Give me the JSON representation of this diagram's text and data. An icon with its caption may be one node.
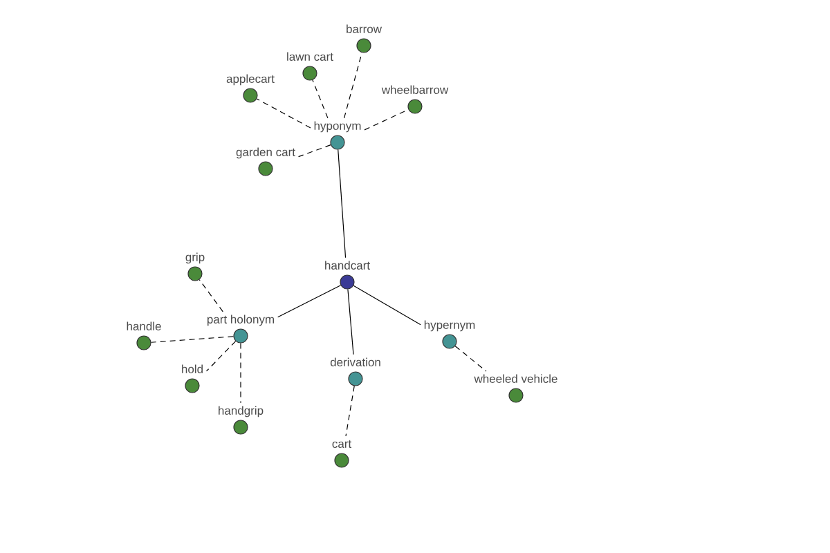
{
  "diagram": {
    "nodes": [
      {
        "text": [
          "barrow"
        ]
      },
      {
        "text": [
          "lawn cart"
        ]
      },
      {
        "text": [
          "applecart"
        ]
      },
      {
        "text": [
          "wheelbarrow"
        ]
      },
      {
        "text": [
          "hyponym"
        ]
      },
      {
        "text": [
          "garden cart"
        ]
      },
      {
        "text": [
          "grip"
        ]
      },
      {
        "text": [
          "handcart"
        ]
      },
      {
        "text": [
          "part holonym"
        ]
      },
      {
        "text": [
          "hypernym"
        ]
      },
      {
        "text": [
          "handle"
        ]
      },
      {
        "text": [
          "derivation"
        ]
      },
      {
        "text": [
          "hold"
        ]
      },
      {
        "text": [
          "wheeled vehicle"
        ]
      },
      {
        "text": [
          "handgrip"
        ]
      },
      {
        "text": [
          "cart"
        ]
      }
    ],
    "edges": [
      {
        "from": 7,
        "to": 4,
        "arrow": "none"
      },
      {
        "from": 7,
        "to": 8,
        "arrow": "none"
      },
      {
        "from": 7,
        "to": 11,
        "arrow": "none"
      },
      {
        "from": 7,
        "to": 9,
        "arrow": "none"
      },
      {
        "from": 4,
        "to": 2,
        "arrow": "none",
        "style": "dashed"
      },
      {
        "from": 4,
        "to": 1,
        "arrow": "none",
        "style": "dashed"
      },
      {
        "from": 4,
        "to": 0,
        "arrow": "none",
        "style": "dashed"
      },
      {
        "from": 4,
        "to": 3,
        "arrow": "none",
        "style": "dashed"
      },
      {
        "from": 4,
        "to": 5,
        "arrow": "none",
        "style": "dashed"
      },
      {
        "from": 8,
        "to": 6,
        "arrow": "none",
        "style": "dashed"
      },
      {
        "from": 8,
        "to": 10,
        "arrow": "none",
        "style": "dashed"
      },
      {
        "from": 8,
        "to": 12,
        "arrow": "none",
        "style": "dashed"
      },
      {
        "from": 8,
        "to": 14,
        "arrow": "none",
        "style": "dashed"
      },
      {
        "from": 11,
        "to": 15,
        "arrow": "none",
        "style": "dashed"
      },
      {
        "from": 9,
        "to": 13,
        "arrow": "none",
        "style": "dashed"
      }
    ]
  }
}
